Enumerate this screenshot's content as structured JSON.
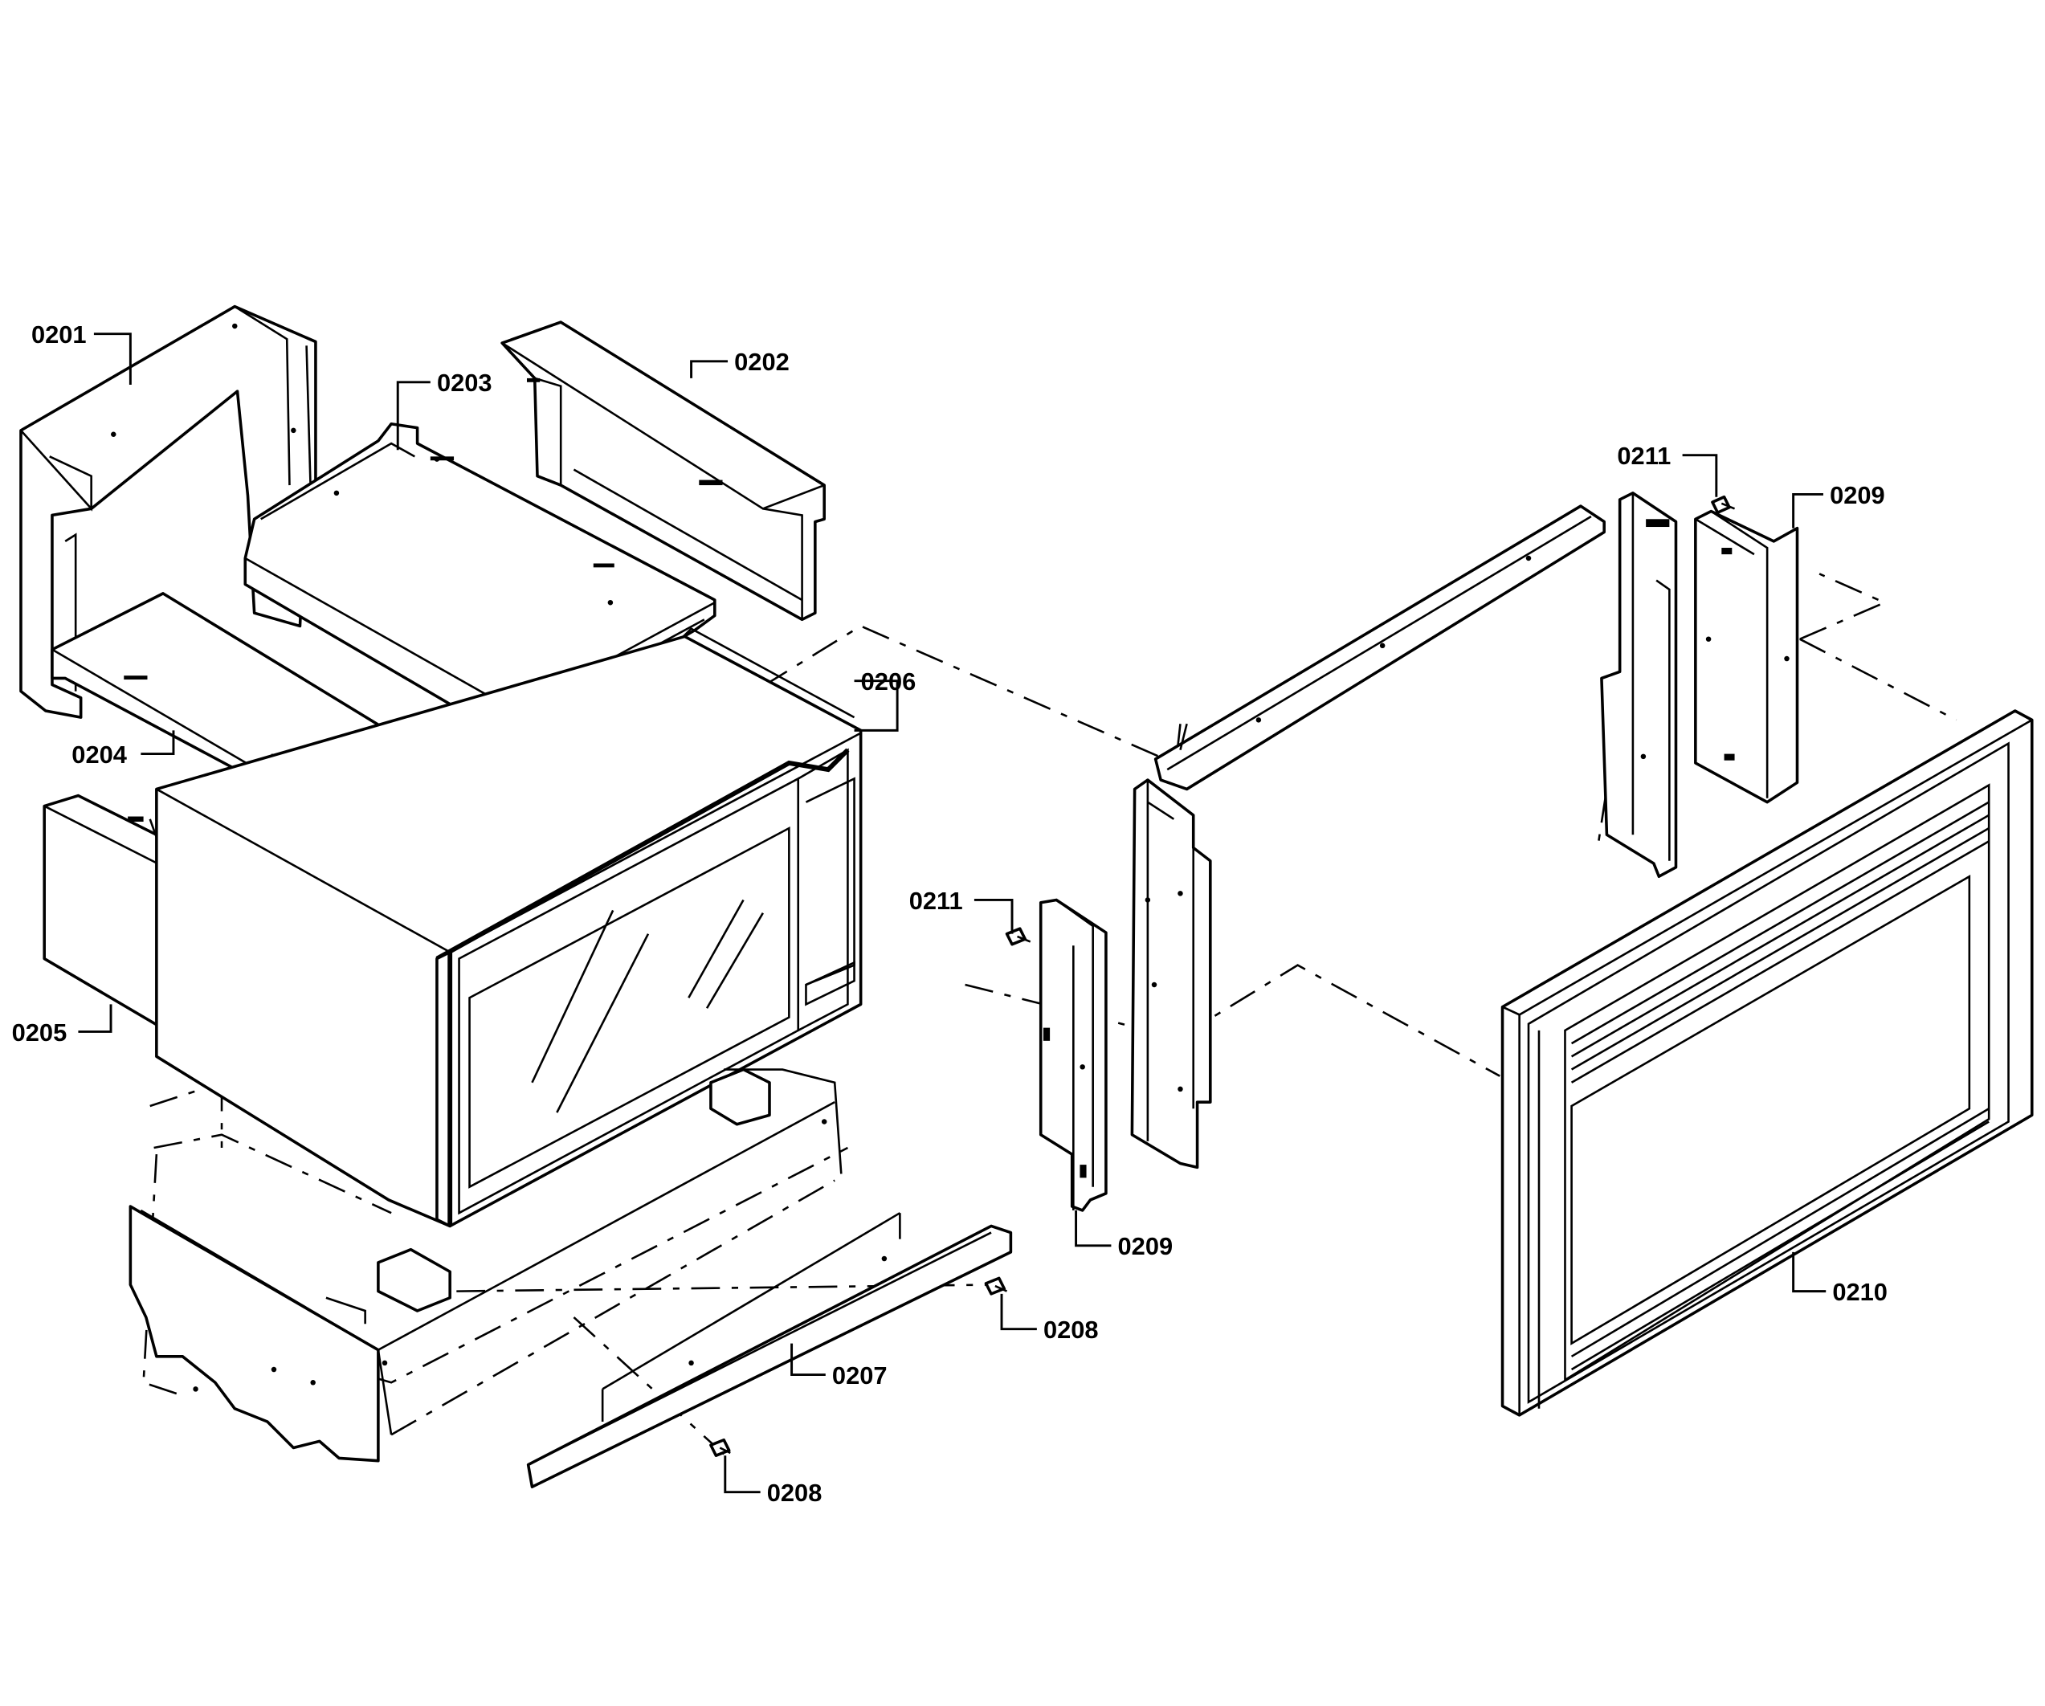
{
  "callouts": [
    {
      "id": "c1",
      "label": "0201"
    },
    {
      "id": "c2",
      "label": "0202"
    },
    {
      "id": "c3",
      "label": "0203"
    },
    {
      "id": "c4",
      "label": "0204"
    },
    {
      "id": "c5",
      "label": "0205"
    },
    {
      "id": "c6",
      "label": "0206"
    },
    {
      "id": "c7",
      "label": "0207"
    },
    {
      "id": "c8",
      "label": "0208"
    },
    {
      "id": "c9",
      "label": "0208"
    },
    {
      "id": "c10",
      "label": "0209"
    },
    {
      "id": "c11",
      "label": "0209"
    },
    {
      "id": "c12",
      "label": "0210"
    },
    {
      "id": "c13",
      "label": "0211"
    },
    {
      "id": "c14",
      "label": "0211"
    }
  ]
}
